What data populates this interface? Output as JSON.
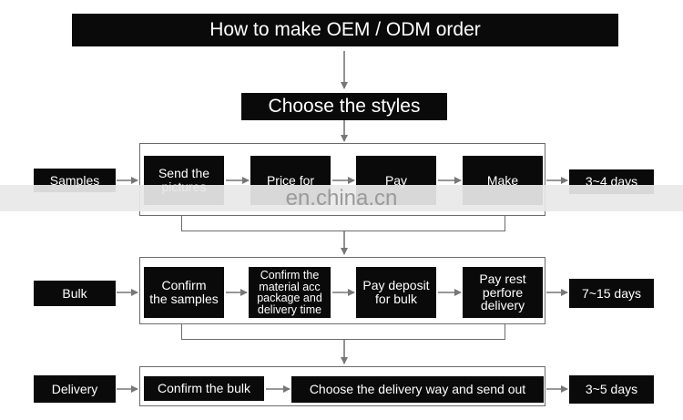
{
  "title": "How to make OEM / ODM order",
  "choose": "Choose the styles",
  "rows": {
    "samples": {
      "label": "Samples",
      "steps": [
        "Send the\npictures",
        "Price for",
        "Pay",
        "Make"
      ],
      "duration": "3~4 days"
    },
    "bulk": {
      "label": "Bulk",
      "steps": [
        "Confirm\nthe samples",
        "Confirm the\nmaterial acc\npackage and\ndelivery time",
        "Pay deposit\nfor bulk",
        "Pay rest\nperfore\ndelivery"
      ],
      "duration": "7~15 days"
    },
    "delivery": {
      "label": "Delivery",
      "steps": [
        "Confirm the bulk",
        "Choose the delivery way and send out"
      ],
      "duration": "3~5 days"
    }
  },
  "watermark": "en.china.cn",
  "colors": {
    "block": "#0a0a0a",
    "text": "#ffffff",
    "frame": "#6b6b6b",
    "arrow": "#777777"
  }
}
